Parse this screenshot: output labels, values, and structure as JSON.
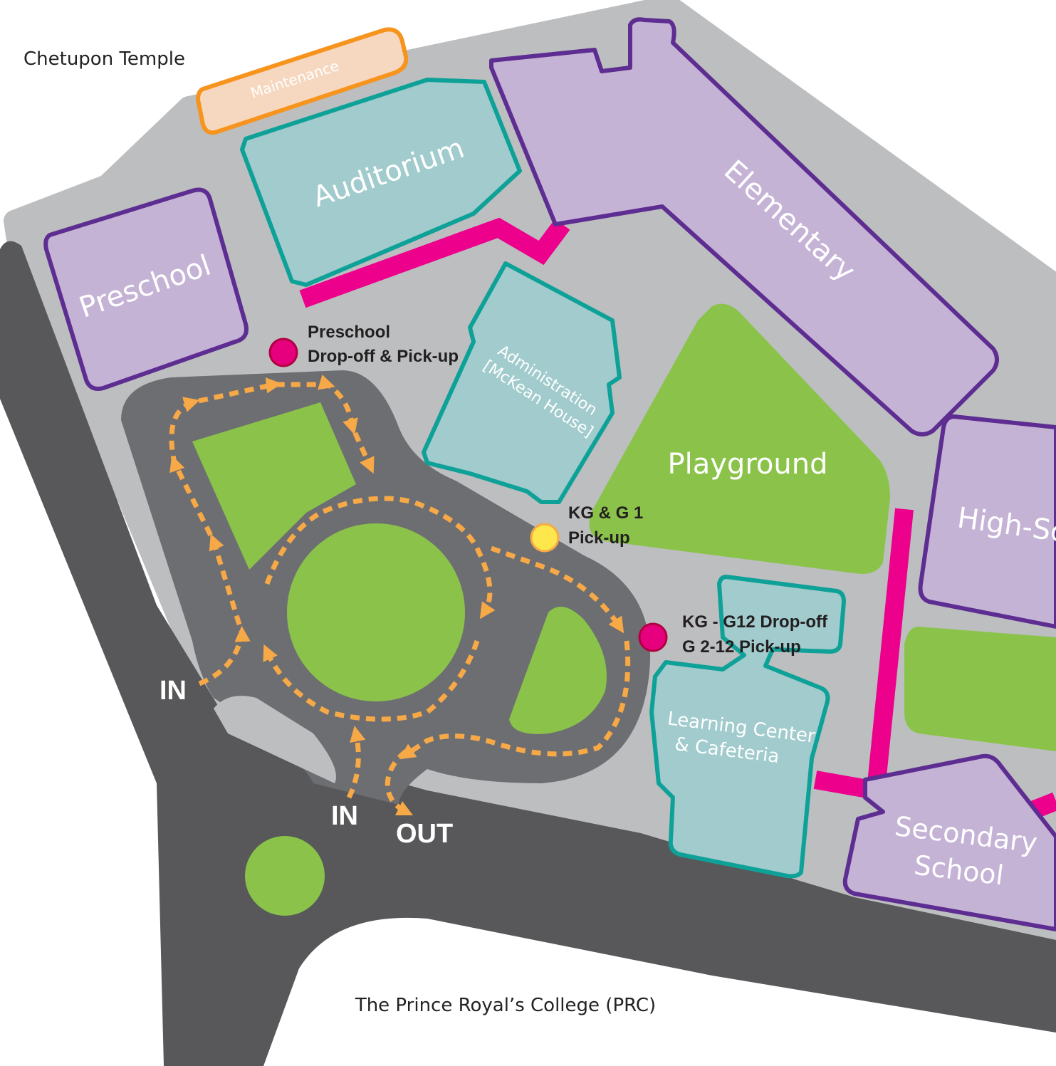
{
  "places": {
    "temple": "Chetupon Temple",
    "college": "The Prince Royal’s College (PRC)"
  },
  "buildings": {
    "maintenance": "Maintenance",
    "auditorium": "Auditorium",
    "preschool": "Preschool",
    "elementary": "Elementary",
    "administration_line1": "Administration",
    "administration_line2": "[McKean House]",
    "playground": "Playground",
    "high_school": "High-Sch",
    "learning_line1": "Learning Center",
    "learning_line2": "& Cafeteria",
    "secondary_line1": "Secondary",
    "secondary_line2": "School"
  },
  "markers": {
    "preschool_line1": "Preschool",
    "preschool_line2": "Drop-off & Pick-up",
    "kg_line1": "KG & G 1",
    "kg_line2": "Pick-up",
    "g12_line1": "KG - G12 Drop-off",
    "g12_line2": "G 2-12 Pick-up"
  },
  "traffic": {
    "in_left": "IN",
    "in_bottom": "IN",
    "out": "OUT"
  },
  "colors": {
    "road": "#58585a",
    "driveway": "#6d6e71",
    "campus": "#bcbec0",
    "green": "#8bc34a",
    "purple_fill": "#c5b3d6",
    "purple_stroke": "#5e2d91",
    "teal_fill": "#a1cbcc",
    "teal_stroke": "#0ea198",
    "maint_fill": "#f6d8c0",
    "maint_stroke": "#f7941d",
    "walkway": "#ec008c",
    "arrow": "#f7a847",
    "marker_red": "#e6007e",
    "marker_yellow": "#fde74c"
  }
}
